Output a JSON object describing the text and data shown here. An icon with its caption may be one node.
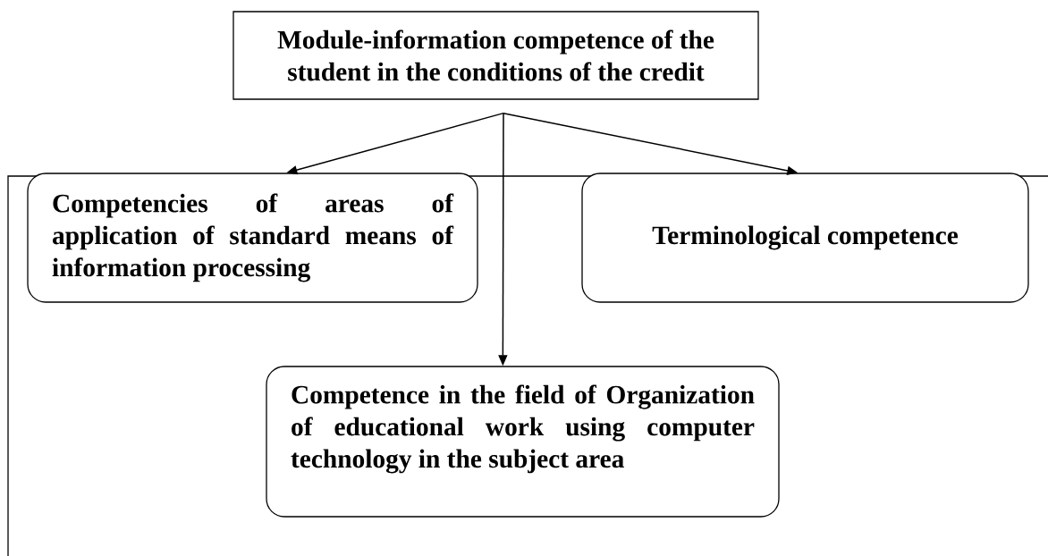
{
  "diagram": {
    "nodes": [
      {
        "text": [
          "Module-information competence of the student in the conditions of the credit"
        ]
      },
      {
        "text": [
          "Competencies of areas of application of standard means of information processing"
        ]
      },
      {
        "text": [
          "Terminological competence"
        ]
      },
      {
        "text": [
          "Competence in the field of Organization of educational work using computer technology in the subject area"
        ]
      }
    ],
    "edges": [
      {
        "from": 0,
        "to": 1,
        "arrow": "to"
      },
      {
        "from": 0,
        "to": 2,
        "arrow": "to"
      },
      {
        "from": 0,
        "to": 3,
        "arrow": "to"
      }
    ]
  }
}
